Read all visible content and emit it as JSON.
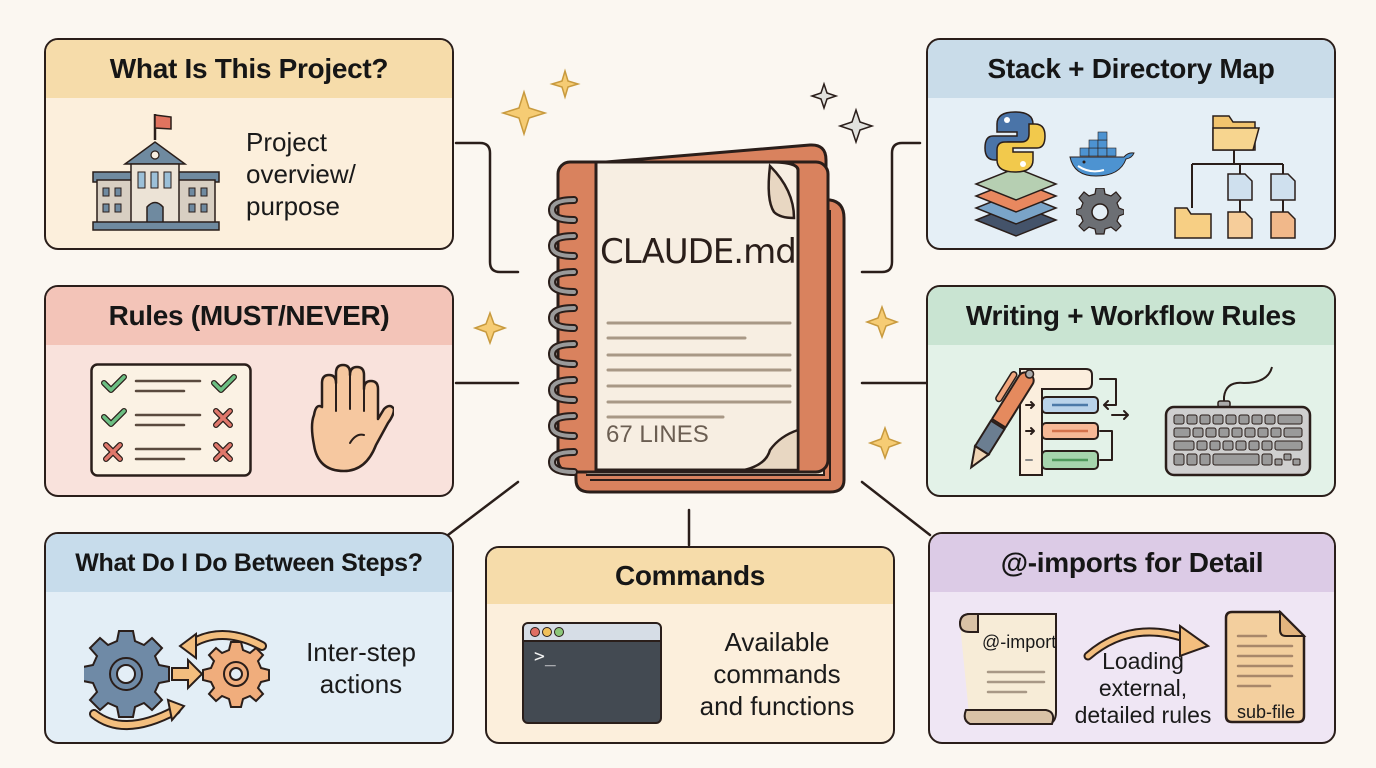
{
  "center": {
    "title": "CLAUDE.md",
    "subtitle": "67 LINES",
    "icon": "spiral-notebook-icon"
  },
  "cards": {
    "project": {
      "title": "What Is This Project?",
      "text": [
        "Project",
        "overview/",
        "purpose"
      ],
      "icon": "school-building-icon",
      "header_color": "#f6dcaa",
      "body_color": "#fcefdc"
    },
    "stack": {
      "title": "Stack + Directory Map",
      "icons": [
        "python-logo-icon",
        "layers-stack-icon",
        "docker-whale-icon",
        "gear-icon",
        "folder-tree-icon"
      ],
      "header_color": "#c9dce9",
      "body_color": "#e5eff6"
    },
    "rules": {
      "title": "Rules (MUST/NEVER)",
      "icons": [
        "checklist-icon",
        "stop-hand-icon"
      ],
      "header_color": "#f3c4b8",
      "body_color": "#f9e2dc"
    },
    "writing": {
      "title": "Writing + Workflow Rules",
      "icons": [
        "pen-icon",
        "workflow-list-icon",
        "keyboard-icon"
      ],
      "header_color": "#c9e4d2",
      "body_color": "#e3f2e8"
    },
    "between": {
      "title": "What Do I Do Between Steps?",
      "text": [
        "Inter-step",
        "actions"
      ],
      "icons": [
        "gears-cycle-icon"
      ],
      "header_color": "#c7dceb",
      "body_color": "#e3eef6"
    },
    "commands": {
      "title": "Commands",
      "text": [
        "Available",
        "commands",
        "and functions"
      ],
      "terminal_prompt": ">_",
      "icon": "terminal-icon",
      "header_color": "#f6dcaa",
      "body_color": "#fcefdc"
    },
    "imports": {
      "title": "@-imports for Detail",
      "scroll_label": "@-import",
      "text": [
        "Loading",
        "external,",
        "detailed rules"
      ],
      "file_label": "sub-file",
      "icons": [
        "scroll-icon",
        "curved-arrow-icon",
        "document-icon"
      ],
      "header_color": "#dccbe6",
      "body_color": "#efe6f4"
    }
  }
}
